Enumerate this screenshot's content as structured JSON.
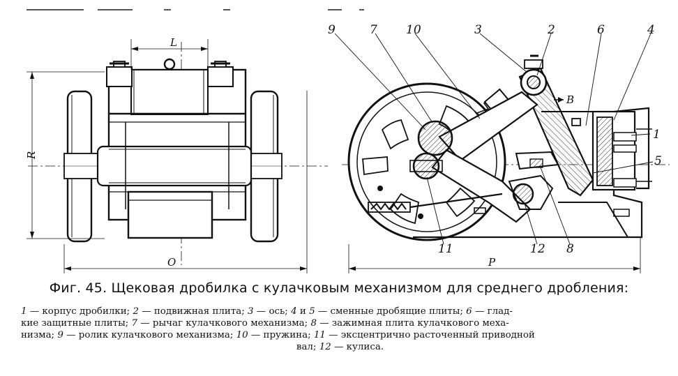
{
  "figure": {
    "caption": "Фиг. 45. Щековая дробилка с кулачковым механизмом для среднего дробления:",
    "legend_lines": [
      [
        {
          "n": "1",
          "t": " — корпус дробилки; "
        },
        {
          "n": "2",
          "t": " — подвижная плита; "
        },
        {
          "n": "3",
          "t": " — ось; "
        },
        {
          "n": "4",
          "t": " и "
        },
        {
          "n": "5",
          "t": " — сменные дробящие плиты; "
        },
        {
          "n": "6",
          "t": " — глад-"
        }
      ],
      [
        {
          "n": "",
          "t": "кие защитные плиты; "
        },
        {
          "n": "7",
          "t": " — рычаг кулачкового механизма; "
        },
        {
          "n": "8",
          "t": " — зажимная плита кулачкового меха-"
        }
      ],
      [
        {
          "n": "",
          "t": "низма; "
        },
        {
          "n": "9",
          "t": " — ролик кулачкового механизма; "
        },
        {
          "n": "10",
          "t": " — пружина; "
        },
        {
          "n": "11",
          "t": " — эксцентрично расточенный приводной"
        }
      ],
      [
        {
          "n": "",
          "t": "вал; "
        },
        {
          "n": "12",
          "t": " — кулиса."
        }
      ]
    ],
    "part_labels": [
      "9",
      "7",
      "10",
      "3",
      "2",
      "6",
      "4",
      "1",
      "5",
      "8",
      "12",
      "11"
    ],
    "arrow_label": "B",
    "dimension_labels": {
      "width_L": "L",
      "height_R": "R",
      "width_O": "O",
      "length_P": "P"
    }
  }
}
